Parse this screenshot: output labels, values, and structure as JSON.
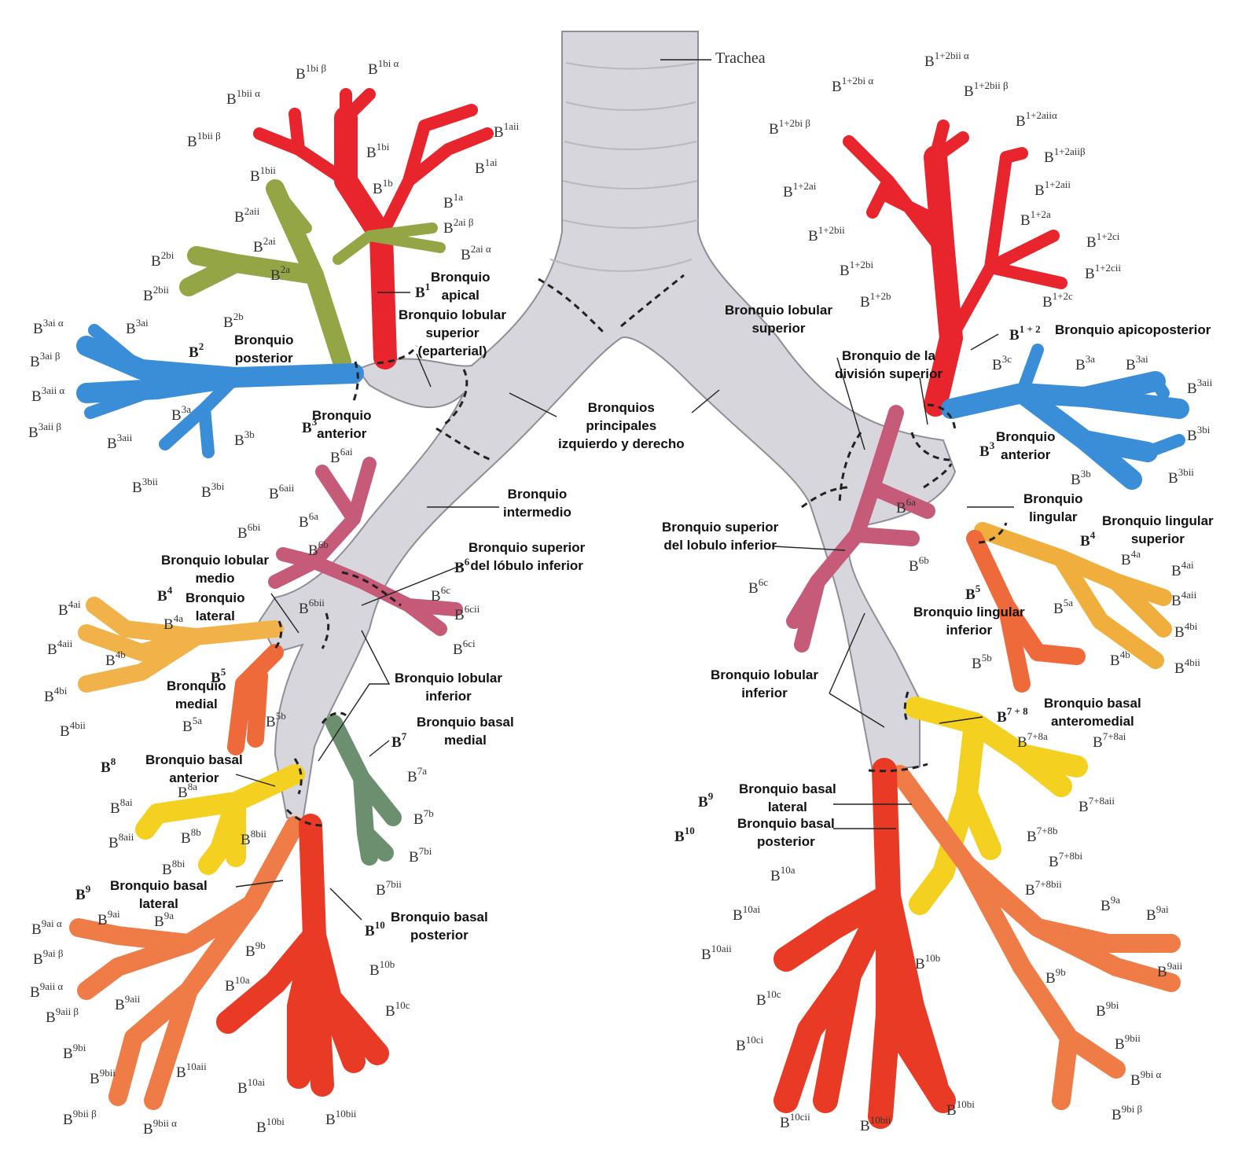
{
  "colors": {
    "airway": "#d7d6dc",
    "apical": "#e8242c",
    "posterior": "#93a545",
    "anterior": "#3a8ed8",
    "superior_lower": "#c65a79",
    "lingula_superior": "#f0ae3c",
    "lingula_inferior": "#ef6a3a",
    "lateral_middle": "#f1b24a",
    "medial_middle": "#ee6a3a",
    "medial_basal": "#6c8f6f",
    "anterior_basal": "#f4d020",
    "lateral_basal": "#ef7b46",
    "posterior_basal": "#e83a24"
  },
  "labels": {
    "trachea": "Trachea",
    "b1_bronquio_apical": "Bronquio\napical",
    "bronquio_lobular_superior_eparterial": "Bronquio lobular\nsuperior\n(eparterial)",
    "bronquio_posterior": "Bronquio\nposterior",
    "bronquio_anterior_left": "Bronquio\nanterior",
    "bronquios_principales": "Bronquios\nprincipales\nizquierdo y derecho",
    "bronquio_intermedio": "Bronquio\nintermedio",
    "bronquio_superior_lobulo_inferior_right": "Bronquio superior\ndel lóbulo inferior",
    "bronquio_lobular_medio": "Bronquio lobular\nmedio",
    "bronquio_lateral": "Bronquio\nlateral",
    "bronquio_medial": "Bronquio\nmedial",
    "bronquio_lobular_inferior_right": "Bronquio lobular\ninferior",
    "bronquio_basal_medial": "Bronquio basal\nmedial",
    "bronquio_basal_anterior": "Bronquio basal\nanterior",
    "bronquio_basal_lateral_right": "Bronquio basal\nlateral",
    "bronquio_basal_posterior_right": "Bronquio basal\nposterior",
    "bronquio_lobular_superior_left": "Bronquio lobular\nsuperior",
    "bronquio_division_superior": "Bronquio de la\ndivisión superior",
    "bronquio_apicoposterior": "Bronquio apicoposterior",
    "bronquio_anterior_right": "Bronquio\nanterior",
    "bronquio_lingular": "Bronquio\nlingular",
    "bronquio_lingular_superior": "Bronquio lingular\nsuperior",
    "bronquio_superior_lobulo_inferior_left": "Bronquio superior\ndel lobulo inferior",
    "bronquio_lingular_inferior": "Bronquio lingular\ninferior",
    "bronquio_lobular_inferior_left": "Bronquio lobular\ninferior",
    "bronquio_basal_anteromedial": "Bronquio basal\nanteromedial",
    "bronquio_basal_lateral_left": "Bronquio basal\nlateral",
    "bronquio_basal_posterior_left": "Bronquio basal\nposterior"
  },
  "big_tags": {
    "b1": "B|1",
    "b2": "B|2",
    "b3_left": "B|3",
    "b4_left": "B|4",
    "b5_left": "B|5",
    "b6_left": "B|6",
    "b7": "B|7",
    "b8": "B|8",
    "b9_left": "B|9",
    "b10_left": "B|10",
    "b1plus2": "B|1 + 2",
    "b3_right": "B|3",
    "b4_right": "B|4",
    "b5_right": "B|5",
    "b7plus8": "B|7 + 8",
    "b9_right": "B|9",
    "b10_right": "B|10"
  },
  "tags": {
    "t1bia": "B|1bi α",
    "t1bib": "B|1bi β",
    "t1biia": "B|1bii α",
    "t1biib": "B|1bii β",
    "t1aii": "B|1aii",
    "t1bi": "B|1bi",
    "t1ai": "B|1ai",
    "t1bii": "B|1bii",
    "t1b": "B|1b",
    "t1a": "B|1a",
    "t2aii": "B|2aii",
    "t2aib": "B|2ai β",
    "t2ai": "B|2ai",
    "t2aia": "B|2ai α",
    "t2bi": "B|2bi",
    "t2a": "B|2a",
    "t2bii": "B|2bii",
    "t2b": "B|2b",
    "t3aia": "B|3ai α",
    "t3ai": "B|3ai",
    "t3aib": "B|3ai β",
    "t3aiia": "B|3aii α",
    "t3aiib": "B|3aii β",
    "t3a": "B|3a",
    "t3b": "B|3b",
    "t3aii": "B|3aii",
    "t3bii": "B|3bii",
    "t3bi": "B|3bi",
    "t6ai": "B|6ai",
    "t6aii": "B|6aii",
    "t6a": "B|6a",
    "t6bi": "B|6bi",
    "t6b": "B|6b",
    "t6bii": "B|6bii",
    "t6c": "B|6c",
    "t6cii": "B|6cii",
    "t6ci": "B|6ci",
    "t4ai": "B|4ai",
    "t4a": "B|4a",
    "t4aii": "B|4aii",
    "t4b": "B|4b",
    "t4bi": "B|4bi",
    "t4bii": "B|4bii",
    "t5a": "B|5a",
    "t5b": "B|5b",
    "t7a": "B|7a",
    "t7b": "B|7b",
    "t7bi": "B|7bi",
    "t7bii": "B|7bii",
    "t8a": "B|8a",
    "t8ai": "B|8ai",
    "t8b": "B|8b",
    "t8bii": "B|8bii",
    "t8aii": "B|8aii",
    "t8bi": "B|8bi",
    "t9ai": "B|9ai",
    "t9aia": "B|9ai α",
    "t9a": "B|9a",
    "t9aib": "B|9ai β",
    "t9b": "B|9b",
    "t9aiia": "B|9aii α",
    "t9aii": "B|9aii",
    "t9aiib": "B|9aii β",
    "t9bi": "B|9bi",
    "t9bii": "B|9bii",
    "t9biib": "B|9bii β",
    "t9biia": "B|9bii α",
    "t10b": "B|10b",
    "t10a": "B|10a",
    "t10c": "B|10c",
    "t10aii": "B|10aii",
    "t10ai": "B|10ai",
    "t10bi": "B|10bi",
    "t10bii": "B|10bii",
    "r12biia": "B|1+2bii α",
    "r12bia": "B|1+2bi α",
    "r12biib": "B|1+2bii β",
    "r12aiia": "B|1+2aiiα",
    "r12bib": "B|1+2bi β",
    "r12aiib": "B|1+2aiiβ",
    "r12ai": "B|1+2ai",
    "r12aii": "B|1+2aii",
    "r12a": "B|1+2a",
    "r12bii": "B|1+2bii",
    "r12ci": "B|1+2ci",
    "r12bi": "B|1+2bi",
    "r12cii": "B|1+2cii",
    "r12b": "B|1+2b",
    "r12c": "B|1+2c",
    "r3c": "B|3c",
    "r3a": "B|3a",
    "r3ai": "B|3ai",
    "r3aii": "B|3aii",
    "r3bi": "B|3bi",
    "r3b": "B|3b",
    "r3bii": "B|3bii",
    "r6a": "B|6a",
    "r6b": "B|6b",
    "r6c": "B|6c",
    "r4a": "B|4a",
    "r4ai": "B|4ai",
    "r4aii": "B|4aii",
    "r4bi": "B|4bi",
    "r4b": "B|4b",
    "r4bii": "B|4bii",
    "r5a": "B|5a",
    "r5b": "B|5b",
    "r78a": "B|7+8a",
    "r78ai": "B|7+8ai",
    "r78aii": "B|7+8aii",
    "r78b": "B|7+8b",
    "r78bi": "B|7+8bi",
    "r78bii": "B|7+8bii",
    "r9a": "B|9a",
    "r9ai": "B|9ai",
    "r9aii": "B|9aii",
    "r9b": "B|9b",
    "r9bi": "B|9bi",
    "r9bii": "B|9bii",
    "r9bia": "B|9bi α",
    "r9bib": "B|9bi β",
    "r10a": "B|10a",
    "r10ai": "B|10ai",
    "r10aii": "B|10aii",
    "r10b": "B|10b",
    "r10c": "B|10c",
    "r10ci": "B|10ci",
    "r10cii": "B|10cii",
    "r10bii": "B|10bii",
    "r10bi": "B|10bi"
  }
}
